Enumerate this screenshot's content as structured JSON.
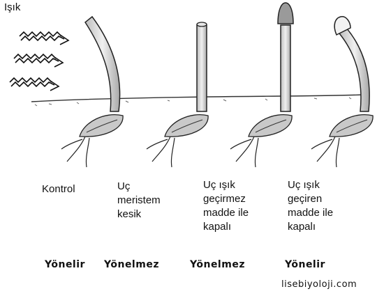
{
  "light_label": "Işık",
  "plants": [
    {
      "condition": "Kontrol",
      "result": "Yönelir"
    },
    {
      "condition": "Uç\nmeristem\nkesik",
      "result": "Yönelmez"
    },
    {
      "condition": "Uç ışık\ngeçirmez\nmadde ile\nkapalı",
      "result": "Yönelmez"
    },
    {
      "condition": "Uç ışık\ngeçiren\nmadde ile\nkapalı",
      "result": "Yönelir"
    }
  ],
  "credit": "lisebiyoloji.com",
  "colors": {
    "ink": "#111111",
    "stem": "#d8d8d8",
    "cap_dark": "#9a9a9a",
    "cap_light": "#f2f2f2"
  }
}
